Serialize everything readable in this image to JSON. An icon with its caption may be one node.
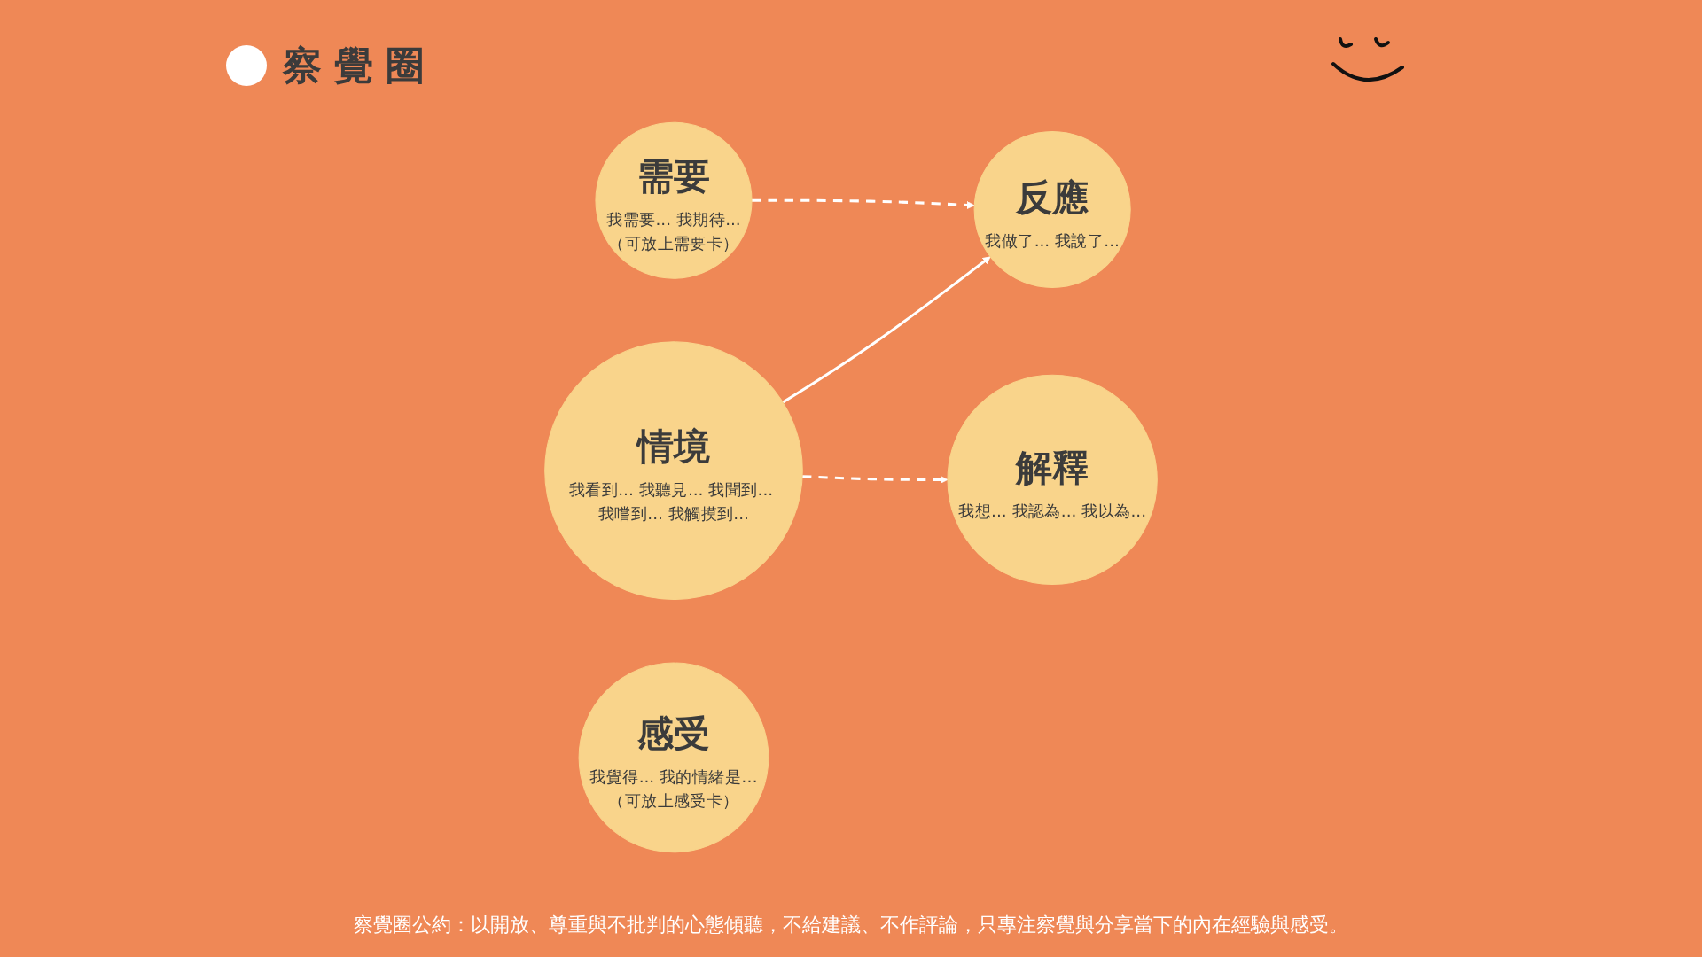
{
  "diagram": {
    "title": "察覺圈",
    "caption": "察覺圈公約：以開放、尊重與不批判的心態傾聽，不給建議、不作評論，只專注察覺與分享當下的內在經驗與感受。",
    "nodes": [
      {
        "text": [
          "情境",
          "我看到... 我聽見... 我聞到... 我嚐到... 我觸摸到..."
        ]
      },
      {
        "text": [
          "反應",
          "我做了... 我說了..."
        ]
      },
      {
        "text": [
          "解釋",
          "我想... 我認為... 我以為..."
        ]
      },
      {
        "text": [
          "感受",
          "我覺得... 我的情緒是…",
          "（可放上感受卡）"
        ]
      },
      {
        "text": [
          "需要",
          "我需要... 我期待...",
          "（可放上需要卡）"
        ]
      }
    ],
    "edges": [
      {
        "from": 0,
        "to": 1,
        "arrow": "to"
      },
      {
        "from": 0,
        "to": 2,
        "arrow": "to",
        "style": "dashed"
      },
      {
        "from": 4,
        "to": 1,
        "arrow": "to",
        "style": "dashed"
      }
    ]
  }
}
